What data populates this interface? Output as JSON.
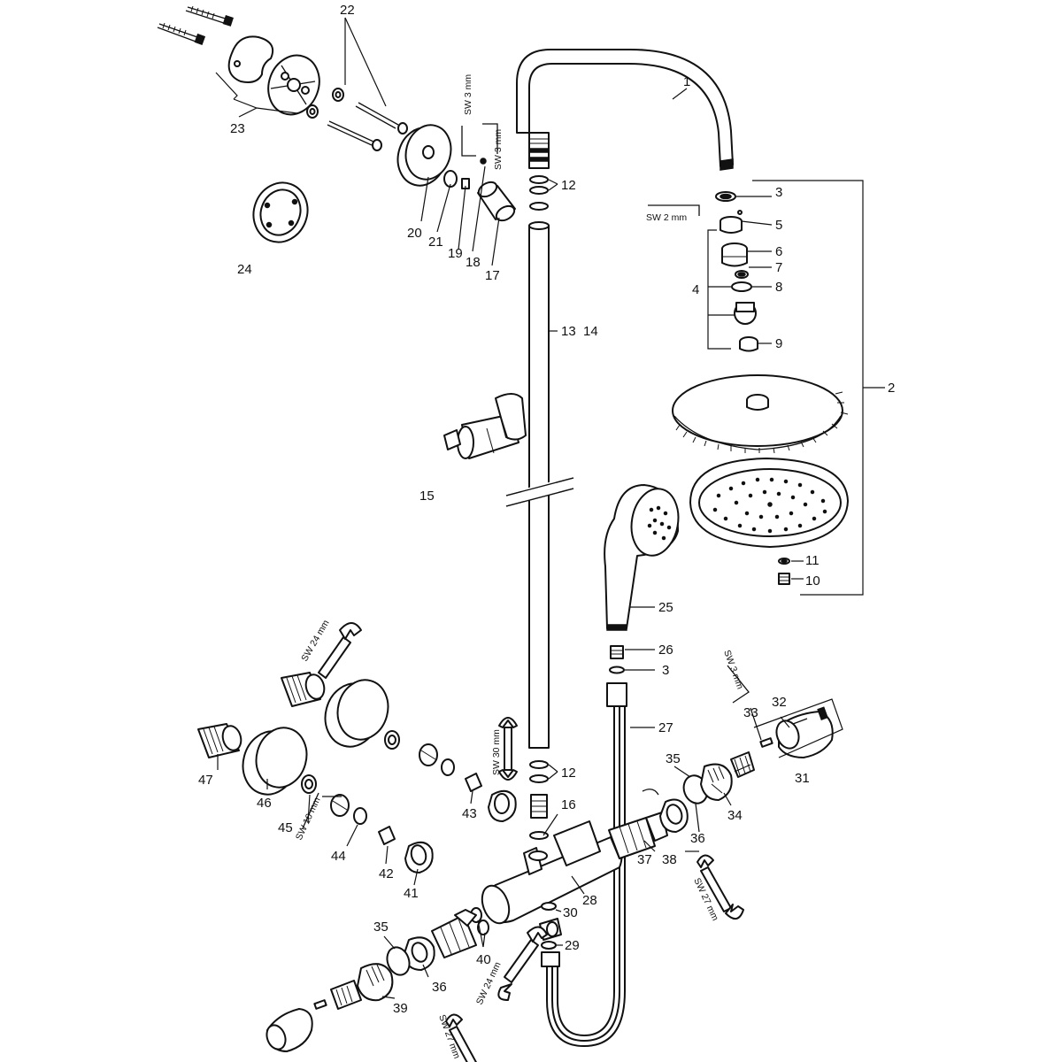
{
  "callouts": {
    "c1": "1",
    "c2": "2",
    "c3a": "3",
    "c3b": "3",
    "c4": "4",
    "c5": "5",
    "c6": "6",
    "c7": "7",
    "c8": "8",
    "c9": "9",
    "c10": "10",
    "c11": "11",
    "c12a": "12",
    "c12b": "12",
    "c13_14": "13  14",
    "c15": "15",
    "c16": "16",
    "c17": "17",
    "c18": "18",
    "c19": "19",
    "c20": "20",
    "c21": "21",
    "c22": "22",
    "c23": "23",
    "c24": "24",
    "c25": "25",
    "c26": "26",
    "c27": "27",
    "c28": "28",
    "c29": "29",
    "c30": "30",
    "c31": "31",
    "c32": "32",
    "c33": "33",
    "c34": "34",
    "c35a": "35",
    "c35b": "35",
    "c36a": "36",
    "c36b": "36",
    "c37": "37",
    "c38": "38",
    "c39": "39",
    "c40": "40",
    "c41": "41",
    "c42": "42",
    "c43": "43",
    "c44": "44",
    "c45": "45",
    "c46": "46",
    "c47": "47"
  },
  "tools": {
    "sw3_a": "SW 3 mm",
    "sw3_b": "SW 3 mm",
    "sw2": "SW 2 mm",
    "sw3_c": "SW 3 mm",
    "sw24_a": "SW 24 mm",
    "sw30": "SW 30 mm",
    "sw10": "SW 10 mm",
    "sw27_a": "SW 27 mm",
    "sw24_b": "SW 24 mm",
    "sw27_b": "SW 27 mm"
  }
}
